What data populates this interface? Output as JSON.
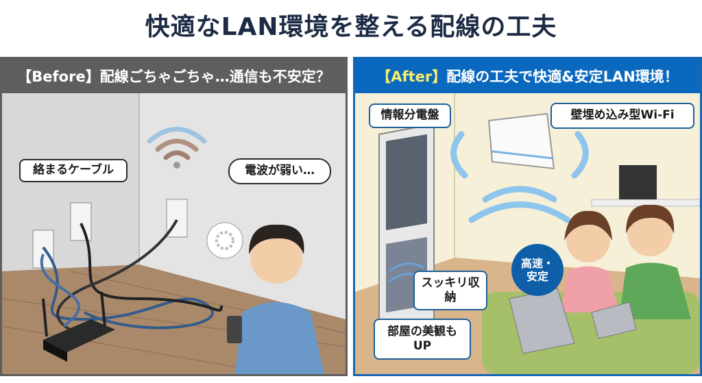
{
  "title": "快適なLAN環境を整える配線の工夫",
  "before": {
    "tag": "【Before】",
    "heading": "配線ごちゃごちゃ…通信も不安定？",
    "callouts": {
      "tangled": "絡まるケーブル",
      "weak_signal": "電波が弱い…"
    }
  },
  "after": {
    "tag": "【After】",
    "heading": "配線の工夫で快適&安定LAN環境！",
    "callouts": {
      "panel": "情報分電盤",
      "wifi": "壁埋め込み型Wi-Fi",
      "fast": "高速・安定",
      "tidy": "スッキリ収納",
      "beauty": "部屋の美観もUP"
    }
  },
  "colors": {
    "before": "#5e5e5e",
    "after": "#0b68bf",
    "accent": "#f4ef6a",
    "title": "#1c2a44"
  }
}
